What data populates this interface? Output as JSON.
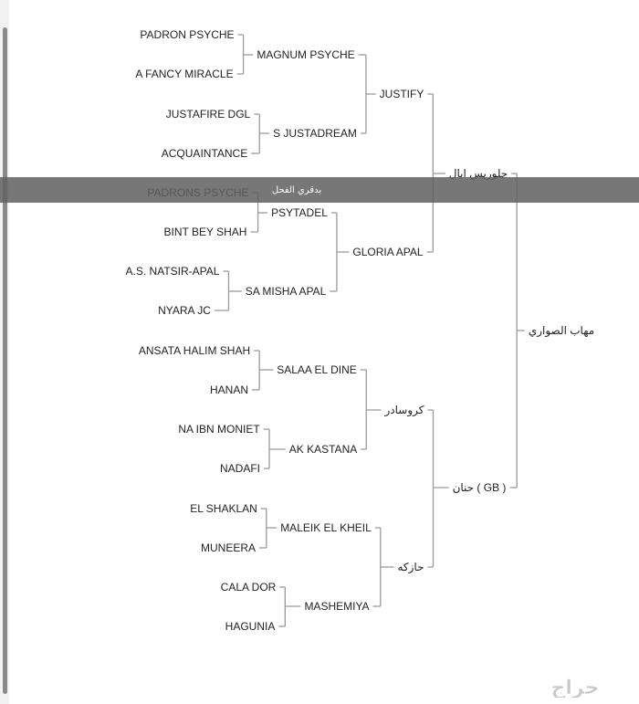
{
  "pedigree": {
    "root": "مهاب الصواري",
    "sire": "جلوريس ابال",
    "dam": "حنان ( GB )",
    "sire_sire": "JUSTIFY",
    "sire_dam": "GLORIA APAL",
    "dam_sire": "كروسادر",
    "dam_dam": "حازكه",
    "gen3": [
      "MAGNUM PSYCHE",
      "S JUSTADREAM",
      "PSYTADEL",
      "SA MISHA APAL",
      "SALAA EL DINE",
      "AK KASTANA",
      "MALEIK EL KHEIL",
      "MASHEMIYA"
    ],
    "gen4": [
      "PADRON PSYCHE",
      "A FANCY MIRACLE",
      "JUSTAFIRE DGL",
      "ACQUAINTANCE",
      "PADRONS PSYCHE",
      "BINT BEY SHAH",
      "A.S. NATSIR-APAL",
      "NYARA JC",
      "ANSATA HALIM SHAH",
      "HANAN",
      "NA IBN MONIET",
      "NADAFI",
      "EL SHAKLAN",
      "MUNEERA",
      "CALA DOR",
      "HAGUNIA"
    ]
  },
  "overlay": {
    "label": "بدقري الفحل"
  },
  "watermark": {
    "text": "حراج",
    "color": "#c8c8c8"
  },
  "colors": {
    "line": "#9a9a9a",
    "text": "#222222",
    "overlay": "#5f5f5f"
  }
}
